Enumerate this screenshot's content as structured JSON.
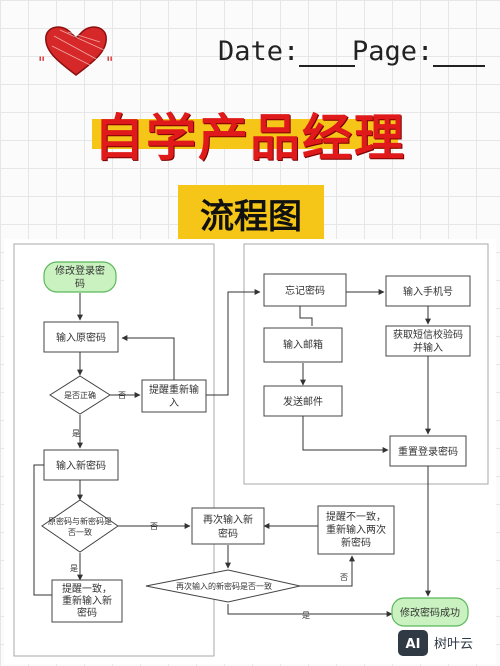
{
  "header": {
    "date_label": "Date:",
    "page_label": "Page:"
  },
  "title": "自学产品经理",
  "subtitle": "流程图",
  "flow": {
    "start": [
      "修改登录密",
      "码"
    ],
    "input_old": "输入原密码",
    "is_correct": "是否正确",
    "remind_reinput": [
      "提醒重新输",
      "入"
    ],
    "forgot": "忘记密码",
    "input_phone": "输入手机号",
    "input_email": "输入邮箱",
    "get_sms": [
      "获取短信校验码",
      "并输入"
    ],
    "send_mail": "发送邮件",
    "reset": "重置登录密码",
    "input_new": "输入新密码",
    "same_check": [
      "原密码与新密码是",
      "否一致"
    ],
    "reinput_new": [
      "再次输入新",
      "密码"
    ],
    "remind_mismatch": [
      "提醒不一致，",
      "重新输入两次",
      "新密码"
    ],
    "remind_same": [
      "提醒一致，",
      "重新输入新",
      "密码"
    ],
    "twice_check": "再次输入的新密码是否一致",
    "success": "修改密码成功",
    "yes": "是",
    "no": "否"
  },
  "watermark": {
    "logo": "AI",
    "text": "树叶云"
  },
  "colors": {
    "accent": "#f5c518",
    "title_red": "#e01a1a",
    "start_fill": "#c9f2c0",
    "start_stroke": "#5cb85c"
  }
}
